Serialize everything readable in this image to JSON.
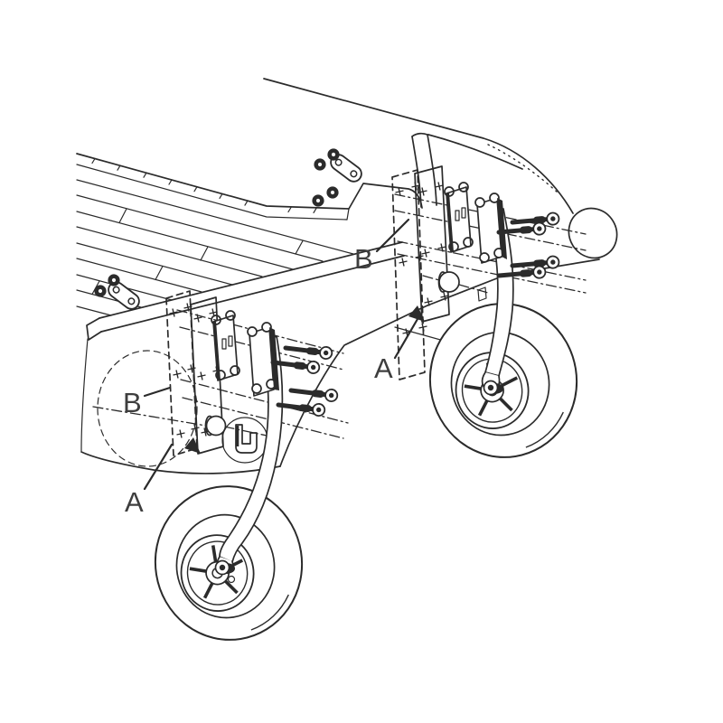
{
  "figure": {
    "type": "exploded-assembly-line-drawing",
    "subject": "aircraft landing gear mounting to fuselage with reinforcement plates",
    "colors": {
      "line": "#2b2b2b",
      "background": "#ffffff",
      "label": "#3e3e3e"
    },
    "callouts": [
      {
        "id": "plate-b-right",
        "text": "B"
      },
      {
        "id": "plate-a-right",
        "text": "A"
      },
      {
        "id": "plate-b-left",
        "text": "B"
      },
      {
        "id": "plate-a-left",
        "text": "A"
      }
    ]
  }
}
